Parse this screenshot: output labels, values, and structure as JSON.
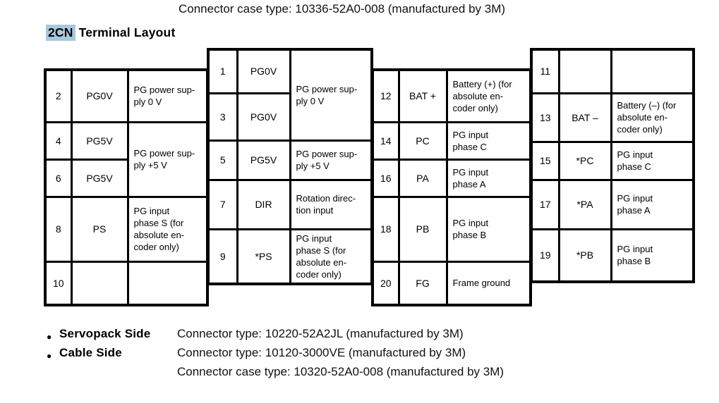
{
  "page": {
    "top_note": "Connector case type: 10336-52A0-008 (manufactured by 3M)",
    "title_tag": "2CN",
    "title_text": "Terminal Layout"
  },
  "colors": {
    "highlight": "#a7c9dc",
    "text": "#000000",
    "background": "#ffffff",
    "table_border": "#000000"
  },
  "tables": {
    "t1": {
      "rows": [
        {
          "pin": "2",
          "signal": "PG0V",
          "desc": "PG power sup-\nply 0 V"
        },
        {
          "pin": "4",
          "signal": "PG5V",
          "desc": "PG power sup-\nply +5 V"
        },
        {
          "pin": "6",
          "signal": "PG5V"
        },
        {
          "pin": "8",
          "signal": "PS",
          "desc": "PG input\nphase S (for\nabsolute en-\ncoder only)"
        },
        {
          "pin": "10",
          "signal": "",
          "desc": ""
        }
      ]
    },
    "t2": {
      "rows": [
        {
          "pin": "1",
          "signal": "PG0V",
          "desc": "PG power sup-\nply 0 V"
        },
        {
          "pin": "3",
          "signal": "PG0V"
        },
        {
          "pin": "5",
          "signal": "PG5V",
          "desc": "PG power sup-\nply +5 V"
        },
        {
          "pin": "7",
          "signal": "DIR",
          "desc": "Rotation direc-\ntion input"
        },
        {
          "pin": "9",
          "signal": "*PS",
          "desc": "PG input\nphase S (for\nabsolute en-\ncoder only)"
        }
      ]
    },
    "t3": {
      "rows": [
        {
          "pin": "12",
          "signal": "BAT +",
          "desc": "Battery (+) (for\nabsolute en-\ncoder only)"
        },
        {
          "pin": "14",
          "signal": "PC",
          "desc": "PG input\nphase C"
        },
        {
          "pin": "16",
          "signal": "PA",
          "desc": "PG input\nphase A"
        },
        {
          "pin": "18",
          "signal": "PB",
          "desc": "PG input\nphase B"
        },
        {
          "pin": "20",
          "signal": "FG",
          "desc": "Frame ground"
        }
      ]
    },
    "t4": {
      "rows": [
        {
          "pin": "11",
          "signal": "",
          "desc": ""
        },
        {
          "pin": "13",
          "signal": "BAT –",
          "desc": "Battery (–) (for\nabsolute en-\ncoder only)"
        },
        {
          "pin": "15",
          "signal": "*PC",
          "desc": "PG input\nphase C"
        },
        {
          "pin": "17",
          "signal": "*PA",
          "desc": "PG input\nphase A"
        },
        {
          "pin": "19",
          "signal": "*PB",
          "desc": "PG input\nphase B"
        }
      ]
    }
  },
  "notes": [
    {
      "bullet": "●",
      "label": "Servopack Side",
      "value": "Connector type: 10220-52A2JL (manufactured by 3M)"
    },
    {
      "bullet": "●",
      "label": "Cable Side",
      "value": "Connector type: 10120-3000VE (manufactured by 3M)"
    },
    {
      "bullet": "",
      "label": "",
      "value": "Connector case type: 10320-52A0-008 (manufactured by 3M)"
    }
  ]
}
